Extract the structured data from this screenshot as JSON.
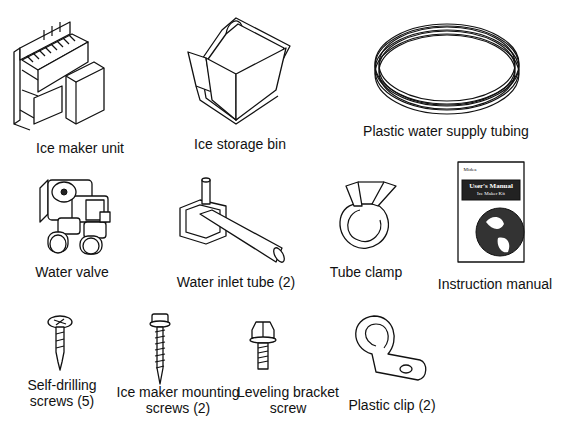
{
  "diagram": {
    "labels": [
      "Ice maker unit",
      "Ice storage bin",
      "Plastic water supply tubing",
      "Water valve",
      "Water inlet tube (2)",
      "Tube clamp",
      "Instruction manual",
      "Self-drilling screws (5)",
      "Ice maker mounting screws (2)",
      "Leveling bracket screw",
      "Plastic clip (2)",
      "Midea",
      "User's Manual",
      "Ice Maker Kit"
    ]
  }
}
